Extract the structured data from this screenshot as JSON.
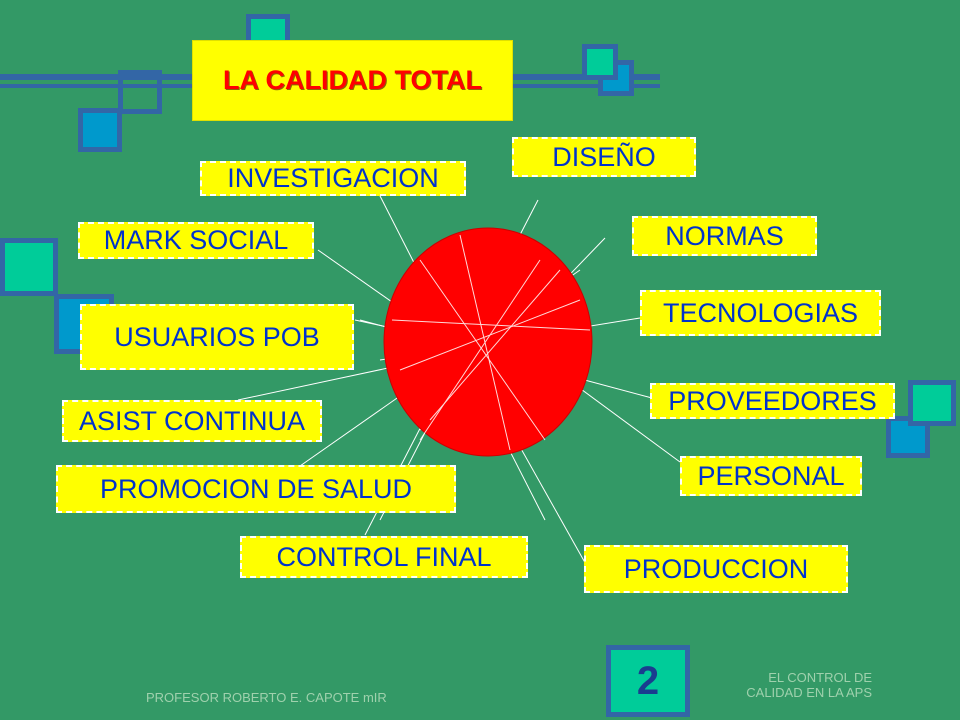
{
  "title": "LA CALIDAD TOTAL",
  "labels": {
    "investigacion": "INVESTIGACION",
    "diseno": "DISEÑO",
    "normas": "NORMAS",
    "tecnologias": "TECNOLOGIAS",
    "proveedores": "PROVEEDORES",
    "personal": "PERSONAL",
    "produccion": "PRODUCCION",
    "control_final": "CONTROL FINAL",
    "promocion_salud": "PROMOCION DE SALUD",
    "asist_continua": "ASIST CONTINUA",
    "usuarios_pob": "USUARIOS POB",
    "mark_social": "MARK SOCIAL"
  },
  "footer": {
    "author": "PROFESOR ROBERTO E. CAPOTE mIR",
    "subtitle_line1": "EL CONTROL DE",
    "subtitle_line2": "CALIDAD EN LA APS",
    "slide_number": "2"
  },
  "colors": {
    "background": "#339966",
    "label_fill": "#FFFF00",
    "label_text": "#0033CC",
    "title_text": "#FF0000",
    "circle": "#FF0000",
    "decor_teal": "#00CC99",
    "decor_blue": "#0099CC",
    "decor_border": "#3366A6"
  }
}
